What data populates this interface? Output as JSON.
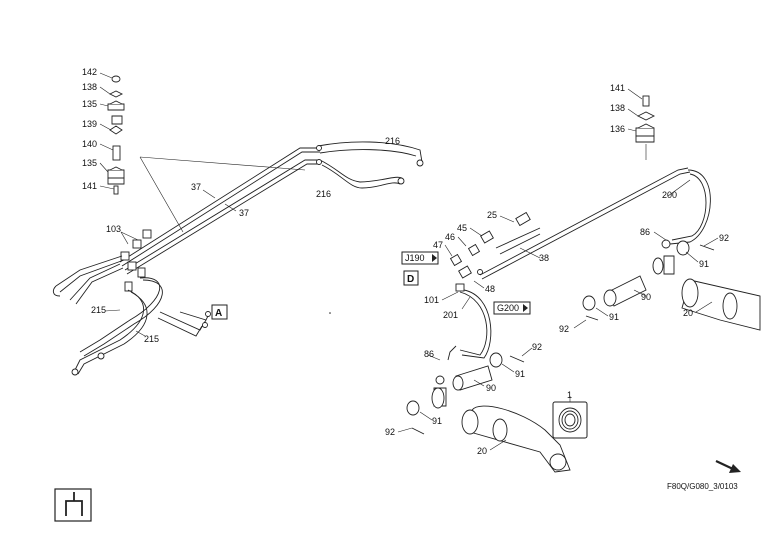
{
  "labels": {
    "p142": "142",
    "p138a": "138",
    "p135a": "135",
    "p139": "139",
    "p140": "140",
    "p135b": "135",
    "p141a": "141",
    "p103": "103",
    "p37a": "37",
    "p37b": "37",
    "p216a": "216",
    "p216b": "216",
    "p215a": "215",
    "p215b": "215",
    "p141b": "141",
    "p138b": "138",
    "p136": "136",
    "p200": "200",
    "p25": "25",
    "p45": "45",
    "p46": "46",
    "p47": "47",
    "p38": "38",
    "p48": "48",
    "p101": "101",
    "p201": "201",
    "p86a": "86",
    "p92a": "92",
    "p91a": "91",
    "p90a": "90",
    "p20a": "20",
    "p86b": "86",
    "p92b": "92",
    "p91b": "91",
    "p90b": "90",
    "p92c": "92",
    "p91c": "91",
    "p20b": "20",
    "p1": "1",
    "p92d": "92",
    "p91d": "91"
  },
  "refs": {
    "j190": "J190",
    "d": "D",
    "g200": "G200",
    "a": "A"
  },
  "footer": {
    "drawing_code": "F80Q/G080_3/0103"
  }
}
